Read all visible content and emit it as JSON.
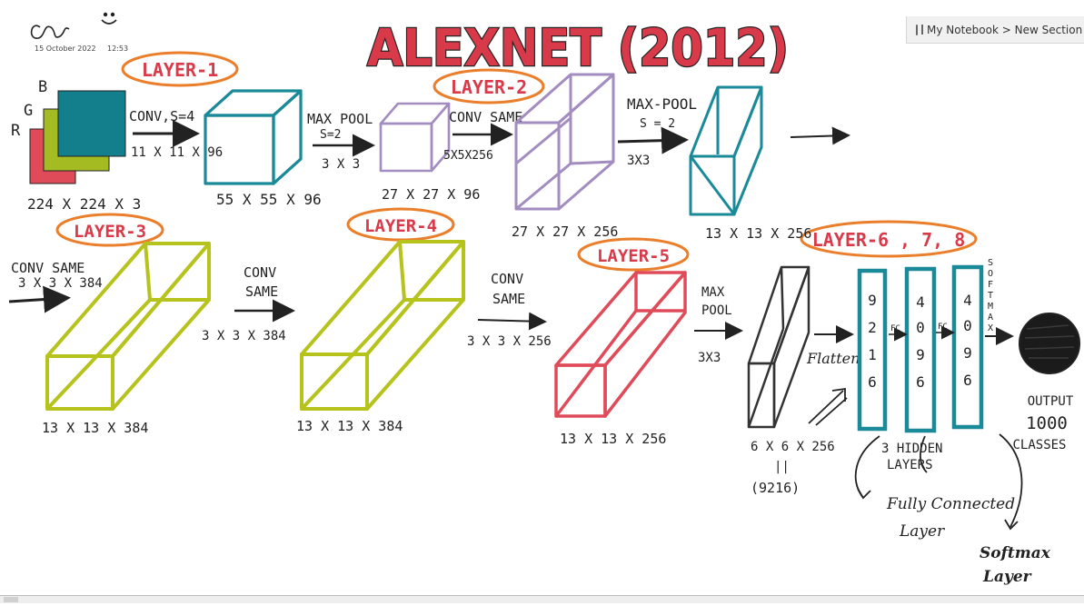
{
  "header": {
    "title": "ALEXNET (2012)",
    "date": "15 October 2022",
    "time": "12:53",
    "notebook_path": "My Notebook > New Section 1"
  },
  "colors": {
    "ink": "#222222",
    "title_red": "#d83a4a",
    "layer_orange": "#ea7e2b",
    "teal": "#1a8a99",
    "lavender": "#a28cc0",
    "yellow_green": "#b5c31c",
    "red": "#e04b5a",
    "blue_dark": "#0f6f84"
  },
  "diagram": {
    "input": {
      "channels": [
        "R",
        "G",
        "B"
      ],
      "size": "224 X 224 X 3"
    },
    "conv1": {
      "label": "CONV,S=4",
      "kernel": "11 X 11 X 96"
    },
    "layer1": {
      "tag": "LAYER-1",
      "size": "55 X 55 X 96"
    },
    "pool1": {
      "label": "MAX POOL",
      "stride": "S=2",
      "kernel": "3 X 3",
      "size": "27 X 27 X 96"
    },
    "layer2": {
      "tag": "LAYER-2",
      "op": "CONV SAME",
      "kernel": "5X5X256",
      "size": "27 X 27 X 256"
    },
    "pool2": {
      "label": "MAX-POOL",
      "stride": "S = 2",
      "kernel": "3X3",
      "size": "13 X 13 X 256"
    },
    "layer3": {
      "tag": "LAYER-3",
      "op": "CONV SAME",
      "kernel": "3 X 3 X 384",
      "size": "13 X 13 X 384"
    },
    "conv4": {
      "op_line1": "CONV",
      "op_line2": "SAME",
      "kernel": "3 X 3 X 384"
    },
    "layer4": {
      "tag": "LAYER-4",
      "size": "13 X 13 X 384"
    },
    "conv5": {
      "op_line1": "CONV",
      "op_line2": "SAME",
      "kernel": "3 X 3 X 256"
    },
    "layer5": {
      "tag": "LAYER-5",
      "size": "13 X 13 X 256"
    },
    "pool3": {
      "op_line1": "MAX",
      "op_line2": "POOL",
      "kernel": "3X3",
      "size": "6 X 6 X 256",
      "eq": "||",
      "flat": "(9216)"
    },
    "flatten": "Flatten",
    "fc": {
      "tag": "LAYER-6 , 7, 8",
      "columns": [
        {
          "digits": [
            "9",
            "2",
            "1",
            "6"
          ]
        },
        {
          "digits": [
            "4",
            "0",
            "9",
            "6"
          ]
        },
        {
          "digits": [
            "4",
            "0",
            "9",
            "6"
          ]
        }
      ],
      "fc_label": "FC",
      "softmax_letters": [
        "S",
        "O",
        "F",
        "T",
        "M",
        "A",
        "X"
      ],
      "hidden_line1": "3 HIDDEN",
      "hidden_line2": "LAYERS",
      "fully_line1": "Fully Connected",
      "fully_line2": "Layer"
    },
    "output": {
      "line1": "OUTPUT",
      "line2": "1000",
      "line3": "CLASSES"
    },
    "softmax_layer": {
      "line1": "Softmax",
      "line2": "Layer"
    }
  }
}
